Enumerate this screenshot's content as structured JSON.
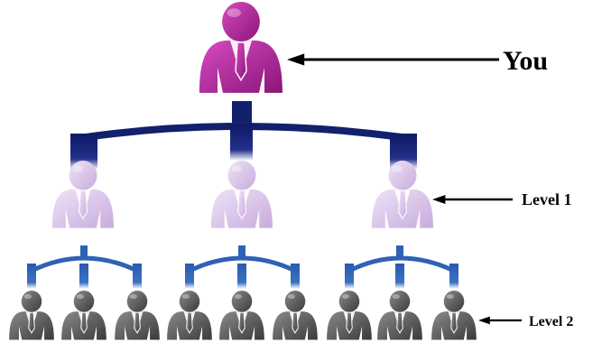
{
  "labels": {
    "top": "You",
    "level1": "Level 1",
    "level2": "Level 2"
  },
  "hierarchy": {
    "root": "You",
    "level1_count": 3,
    "level2_per_parent": 3
  },
  "colors": {
    "you": "#b0209a",
    "level1": "#dcc8ec",
    "level2": "#5a5a5a",
    "connector_dark": "#13206b",
    "connector_light": "#2f62b4",
    "tie": "#ffffff",
    "arrow": "#000000"
  },
  "icons": {
    "person": "person-in-suit-icon",
    "arrow": "arrow-left-icon"
  }
}
